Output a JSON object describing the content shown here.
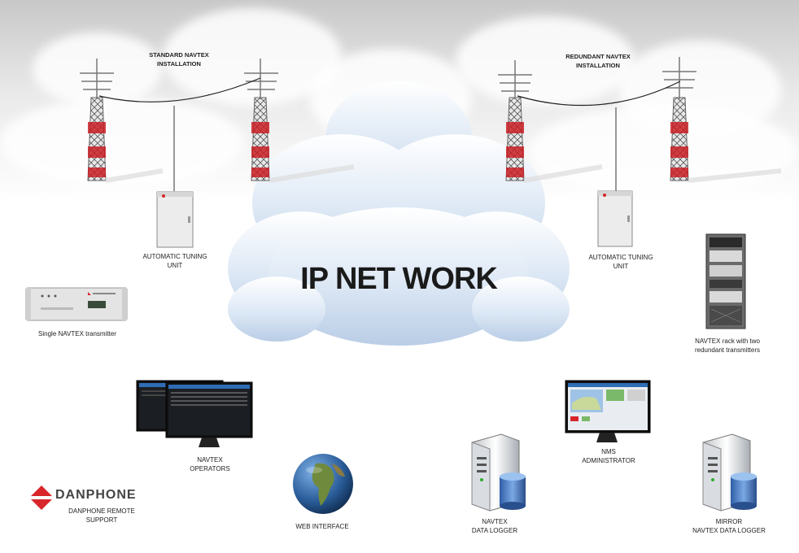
{
  "network": {
    "title": "IP NET WORK"
  },
  "installations": {
    "standard": "STANDARD NAVTEX\nINSTALLATION",
    "redundant": "REDUNDANT NAVTEX\nINSTALLATION"
  },
  "units": {
    "tuning_left": "AUTOMATIC TUNING\nUNIT",
    "tuning_right": "AUTOMATIC TUNING\nUNIT",
    "single_transmitter": "Single NAVTEX transmitter",
    "rack": "NAVTEX rack with two\nredundant transmitters"
  },
  "stations": {
    "operators": "NAVTEX\nOPERATORS",
    "nms": "NMS\nADMINISTRATOR",
    "web": "WEB INTERFACE",
    "logger": "NAVTEX\nDATA LOGGER",
    "mirror_logger": "MIRROR\nNAVTEX DATA LOGGER",
    "remote_support": "DANPHONE REMOTE\nSUPPORT"
  },
  "brand": {
    "name": "DANPHONE",
    "color": "#d8262a"
  }
}
